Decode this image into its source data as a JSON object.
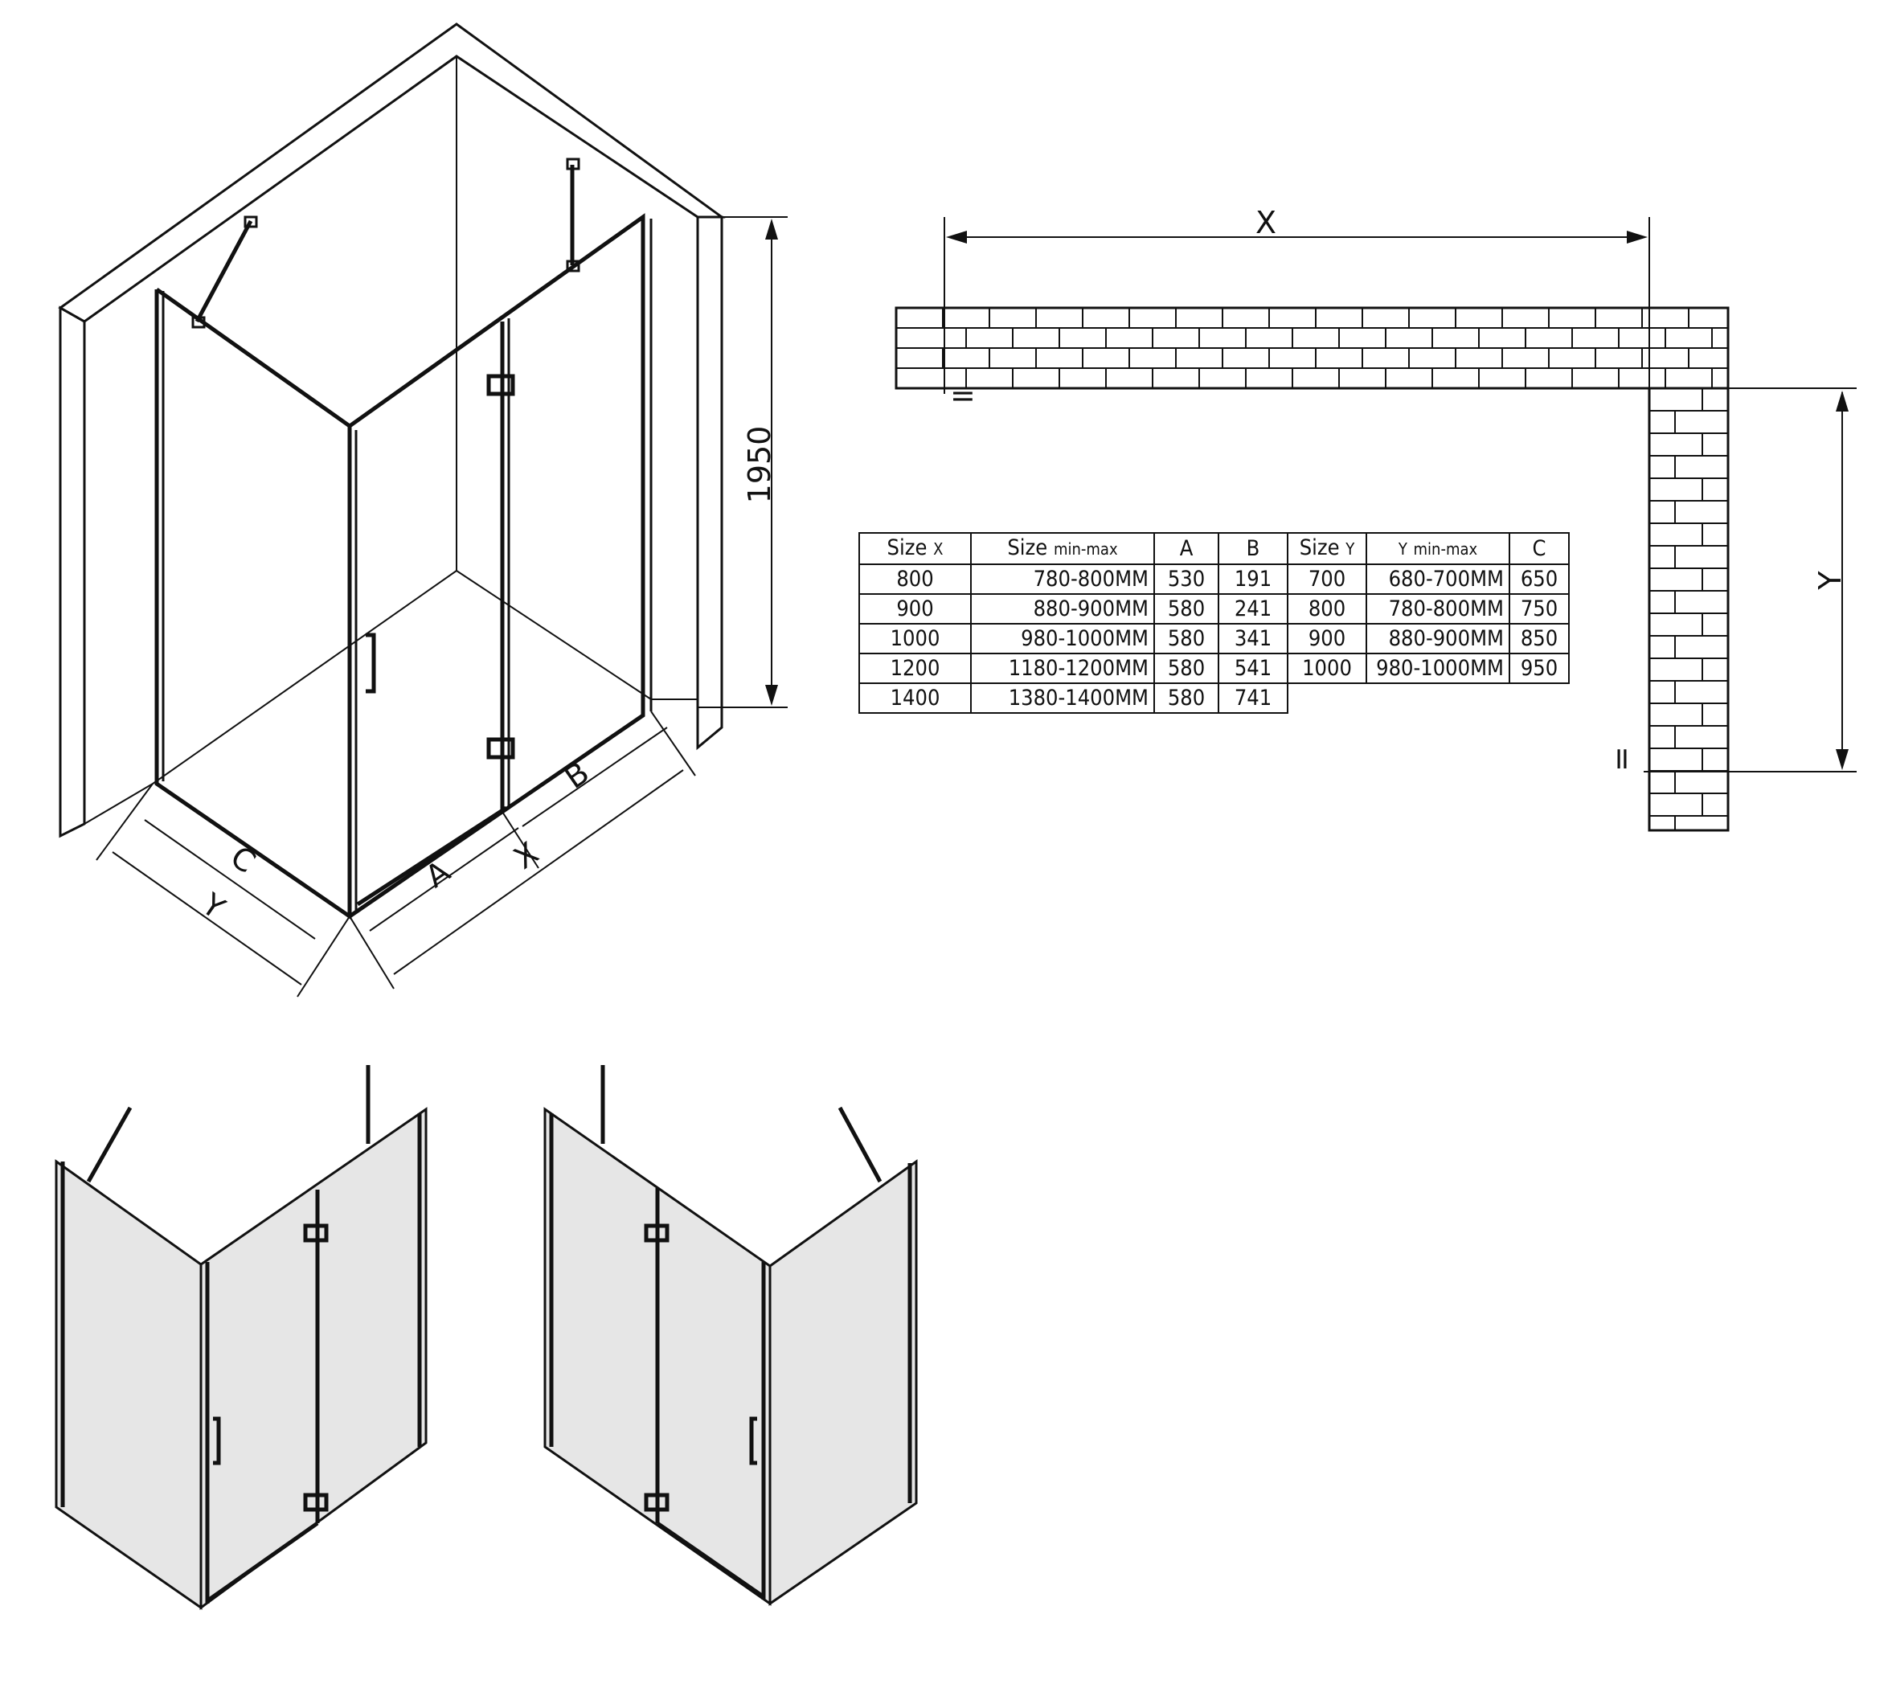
{
  "dimensions": {
    "height": "1950",
    "x": "X",
    "y": "Y",
    "a": "A",
    "b": "B",
    "c": "C"
  },
  "table": {
    "header_left": [
      "Size",
      "X",
      "Size",
      "min-max",
      "A",
      "B"
    ],
    "header_right": [
      "Size",
      "Y",
      "Y",
      "min-max",
      "C"
    ],
    "rows_left": [
      [
        "800",
        "780-800MM",
        "530",
        "191"
      ],
      [
        "900",
        "880-900MM",
        "580",
        "241"
      ],
      [
        "1000",
        "980-1000MM",
        "580",
        "341"
      ],
      [
        "1200",
        "1180-1200MM",
        "580",
        "541"
      ],
      [
        "1400",
        "1380-1400MM",
        "580",
        "741"
      ]
    ],
    "rows_right": [
      [
        "700",
        "680-700MM",
        "650"
      ],
      [
        "800",
        "780-800MM",
        "750"
      ],
      [
        "900",
        "880-900MM",
        "850"
      ],
      [
        "1000",
        "980-1000MM",
        "950"
      ]
    ]
  }
}
